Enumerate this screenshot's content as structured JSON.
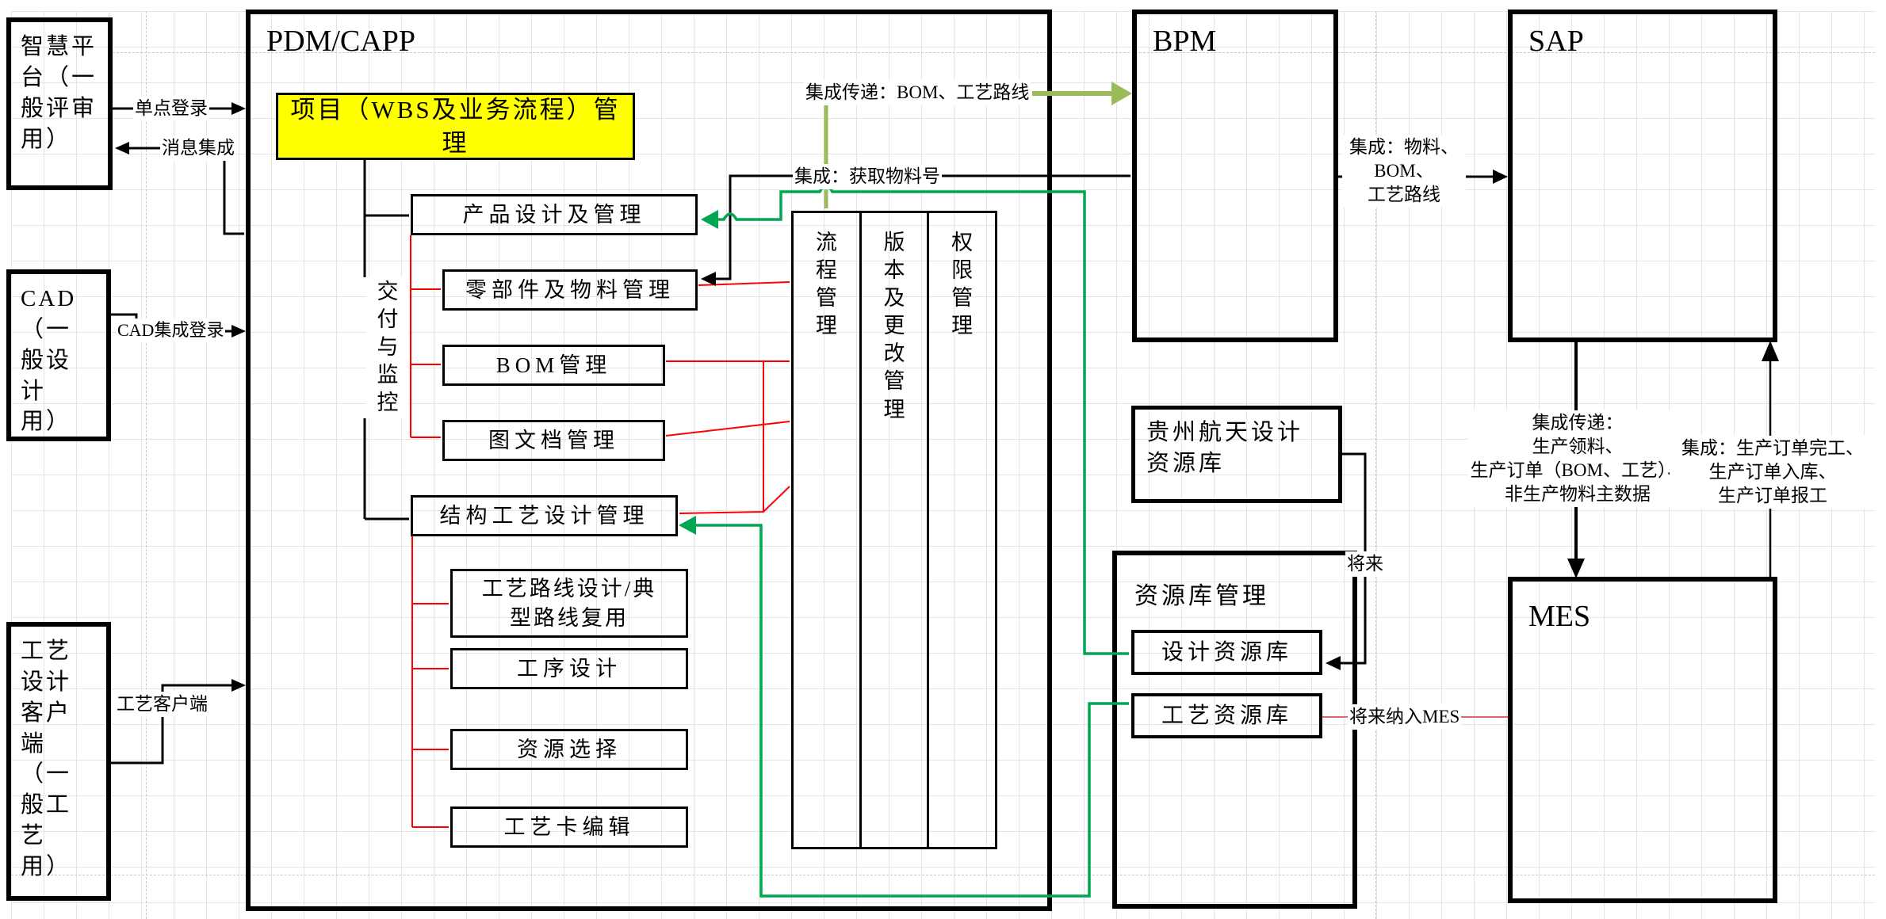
{
  "colors": {
    "highlight_yellow": "#FFFF00",
    "green": "#00A651",
    "olive": "#9BBB59",
    "red": "#FF0000",
    "light_red": "#D96A6A",
    "line_black": "#000000",
    "grid": "#E4E4E4"
  },
  "systems": {
    "wisdom": {
      "label": "智慧平\n台（一\n般评审\n用）"
    },
    "cad": {
      "label": "CAD\n（一\n般设\n计\n用）"
    },
    "craft_client": {
      "label": "工艺\n设计\n客户\n端\n（一\n般工\n艺\n用）"
    },
    "pdm": {
      "title": "PDM/CAPP"
    },
    "bpm": {
      "title": "BPM"
    },
    "sap": {
      "title": "SAP"
    },
    "mes": {
      "title": "MES"
    },
    "repo_mgr": {
      "title": "资源库管理"
    }
  },
  "pdm": {
    "project_box": "项目（WBS及业务流程）管理",
    "delivery_label": "交\n付\n与\n监\n控",
    "modules": [
      {
        "label": "产品设计及管理"
      },
      {
        "label": "零部件及物料管理"
      },
      {
        "label": "BOM管理"
      },
      {
        "label": "图文档管理"
      },
      {
        "label": "结构工艺设计管理"
      },
      {
        "label": "工艺路线设计/典\n型路线复用"
      },
      {
        "label": "工序设计"
      },
      {
        "label": "资源选择"
      },
      {
        "label": "工艺卡编辑"
      }
    ],
    "columns": [
      {
        "label": "流\n程\n管\n理"
      },
      {
        "label": "版\n本\n及\n更\n改\n管\n理"
      },
      {
        "label": "权\n限\n管\n理"
      }
    ]
  },
  "repo": {
    "guizhou": "贵州航天设计\n资源库",
    "design": "设计资源库",
    "craft": "工艺资源库"
  },
  "links": {
    "sso": "单点登录",
    "msg": "消息集成",
    "cad_login": "CAD集成登录",
    "craft_client": "工艺客户端",
    "bom_route": "集成传递：BOM、工艺路线",
    "get_material": "集成：获取物料号",
    "to_sap": "集成：物料、\nBOM、\n工艺路线",
    "sap_to_mes": "集成传递：\n生产领料、\n生产订单（BOM、工艺）、\n非生产物料主数据",
    "mes_to_sap": "集成：生产订单完工、\n生产订单入库、\n生产订单报工",
    "future": "将来",
    "future_mes": "将来纳入MES"
  }
}
